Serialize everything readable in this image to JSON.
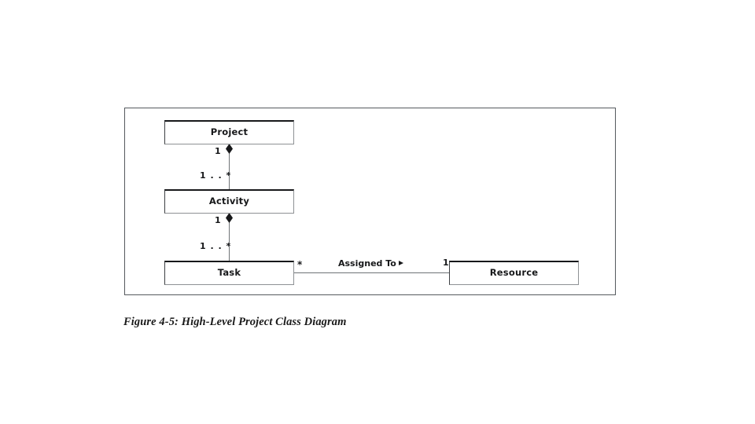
{
  "figure": {
    "caption": "Figure 4-5: High-Level Project Class Diagram",
    "frame_border_color": "#555a5e",
    "background_color": "#ffffff",
    "ink_color": "#17181a"
  },
  "diagram": {
    "type": "uml-class-diagram",
    "classes": [
      {
        "id": "project",
        "name": "Project"
      },
      {
        "id": "activity",
        "name": "Activity"
      },
      {
        "id": "task",
        "name": "Task"
      },
      {
        "id": "resource",
        "name": "Resource"
      }
    ],
    "relationships": [
      {
        "id": "project-activity",
        "from": "Activity",
        "to": "Project",
        "kind": "composition",
        "source_multiplicity": "1 . . *",
        "target_multiplicity": "1",
        "label": "",
        "marker": "filled-diamond"
      },
      {
        "id": "activity-task",
        "from": "Task",
        "to": "Activity",
        "kind": "composition",
        "source_multiplicity": "1 . . *",
        "target_multiplicity": "1",
        "label": "",
        "marker": "filled-diamond"
      },
      {
        "id": "task-resource",
        "from": "Task",
        "to": "Resource",
        "kind": "association",
        "source_multiplicity": "*",
        "target_multiplicity": "1",
        "label": "Assigned To",
        "marker": "direction-triangle"
      }
    ],
    "icons": {
      "composition_diamond": "filled-diamond-icon",
      "direction_arrow": "right-triangle-icon"
    }
  }
}
